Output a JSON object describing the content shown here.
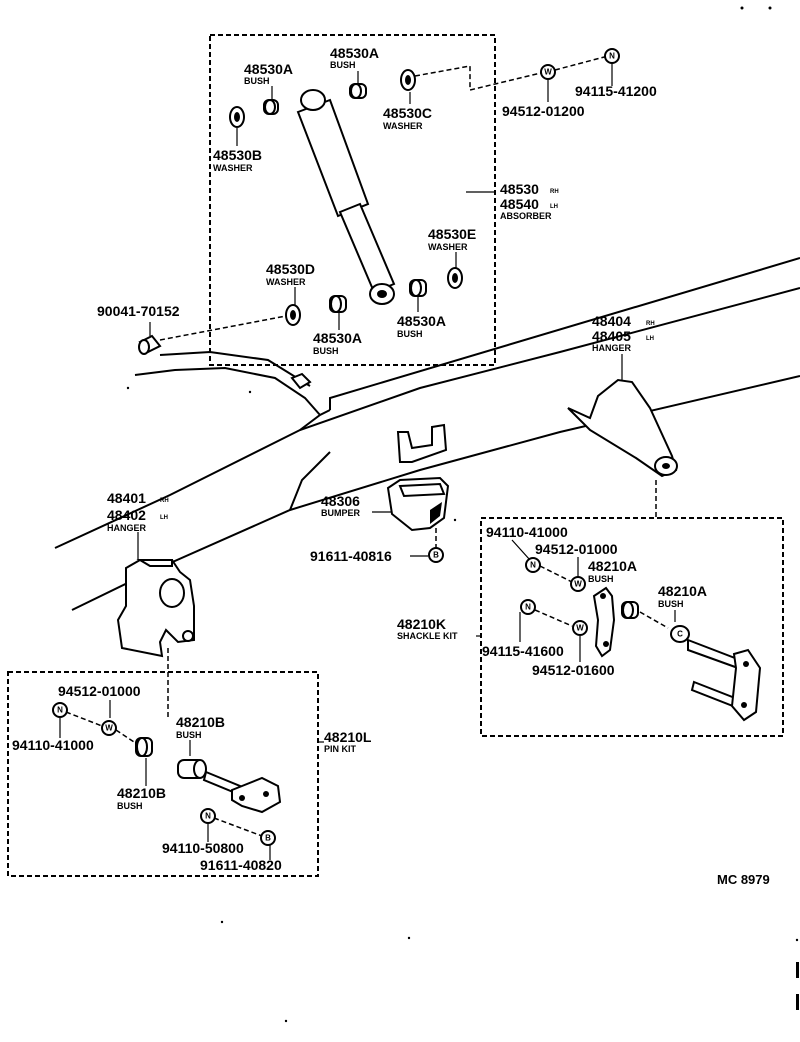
{
  "diagram_id": "MC 8979",
  "absorber_group": {
    "bush_top_left": {
      "part": "48530A",
      "desc": "BUSH"
    },
    "bush_top_right": {
      "part": "48530A",
      "desc": "BUSH"
    },
    "washer_top": {
      "part": "48530C",
      "desc": "WASHER"
    },
    "washer_b": {
      "part": "48530B",
      "desc": "WASHER"
    },
    "absorber": {
      "part_rh": "48530",
      "part_lh": "48540",
      "rh": "RH",
      "lh": "LH",
      "desc": "ABSORBER"
    },
    "washer_e": {
      "part": "48530E",
      "desc": "WASHER"
    },
    "washer_d": {
      "part": "48530D",
      "desc": "WASHER"
    },
    "bush_bottom_left": {
      "part": "48530A",
      "desc": "BUSH"
    },
    "bush_bottom_right": {
      "part": "48530A",
      "desc": "BUSH"
    },
    "nut": "94115-41200",
    "spring_washer": "94512-01200",
    "bolt": "90041-70152"
  },
  "hanger_front": {
    "part_rh": "48404",
    "part_lh": "48405",
    "rh": "RH",
    "lh": "LH",
    "desc": "HANGER"
  },
  "hanger_rear": {
    "part_rh": "48401",
    "part_lh": "48402",
    "rh": "RH",
    "lh": "LH",
    "desc": "HANGER"
  },
  "bumper": {
    "part": "48306",
    "desc": "BUMPER",
    "bolt": "91611-40816"
  },
  "shackle_kit": {
    "kit": "48210K",
    "desc": "SHACKLE KIT",
    "nut_top": "94110-41000",
    "washer_top": "94512-01000",
    "bush_1": {
      "part": "48210A",
      "desc": "BUSH"
    },
    "bush_2": {
      "part": "48210A",
      "desc": "BUSH"
    },
    "nut_mid": "94115-41600",
    "washer_mid": "94512-01600"
  },
  "pin_kit": {
    "kit": "48210L",
    "desc": "PIN KIT",
    "washer": "94512-01000",
    "nut": "94110-41000",
    "bush_1": {
      "part": "48210B",
      "desc": "BUSH"
    },
    "bush_2": {
      "part": "48210B",
      "desc": "BUSH"
    },
    "nut_2": "94110-50800",
    "bolt": "91611-40820"
  },
  "symbols": {
    "nut": "N",
    "washer": "W",
    "bolt": "B",
    "collar": "C"
  }
}
